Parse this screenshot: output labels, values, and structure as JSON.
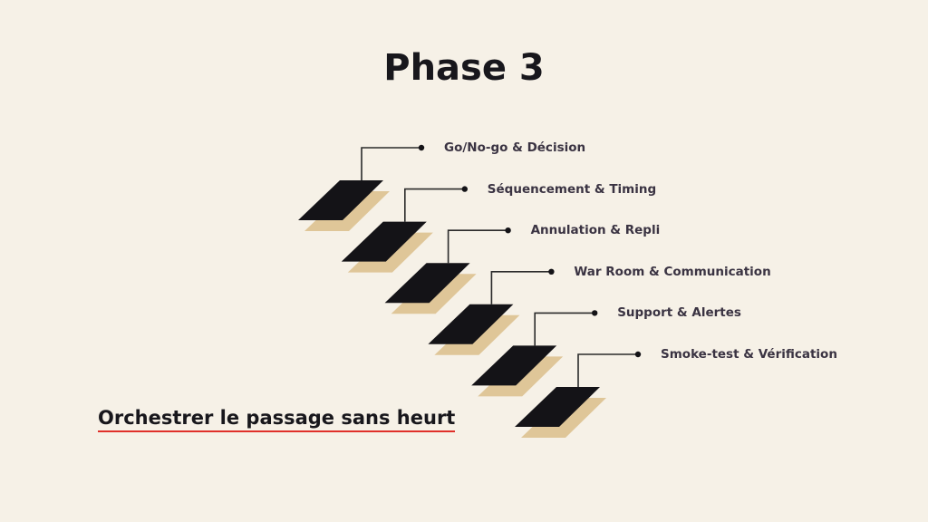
{
  "title": "Phase 3",
  "subtitle": "Orchestrer le passage sans heurt",
  "steps": [
    {
      "label": "Go/No-go & Décision"
    },
    {
      "label": "Séquencement & Timing"
    },
    {
      "label": "Annulation & Repli"
    },
    {
      "label": "War Room & Communication"
    },
    {
      "label": "Support & Alertes"
    },
    {
      "label": "Smoke-test & Vérification"
    }
  ],
  "colors": {
    "step": "#141317",
    "shadow": "#dfc698",
    "accent": "#e0302a",
    "line": "#2a2a2a"
  }
}
